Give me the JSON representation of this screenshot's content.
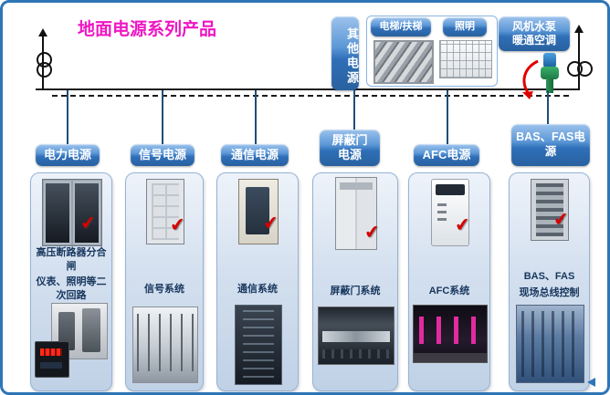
{
  "title": "地面电源系列产品",
  "icons": {
    "check": "✔"
  },
  "colors": {
    "border_blue": "#2e75b6",
    "title_magenta": "#ee17c3",
    "pill_blue": "#2f6fb8",
    "panel_blue": "#c0d1e6",
    "check_red": "#d40000",
    "desc_navy": "#17365d"
  },
  "other_power": {
    "label": "其他电源"
  },
  "loads": {
    "elevator": {
      "label": "电梯/扶梯"
    },
    "lighting": {
      "label": "照明"
    },
    "hvac": {
      "label_line1": "风机水泵",
      "label_line2": "暖通空调"
    }
  },
  "columns": [
    {
      "button": "电力电源",
      "desc_line1": "高压断路器分合闸",
      "desc_line2": "仪表、照明等二次回路"
    },
    {
      "button": "信号电源",
      "desc": "信号系统"
    },
    {
      "button": "通信电源",
      "desc": "通信系统"
    },
    {
      "button_line1": "屏蔽门",
      "button_line2": "电源",
      "desc": "屏蔽门系统"
    },
    {
      "button": "AFC电源",
      "desc": "AFC系统"
    },
    {
      "button": "BAS、FAS电源",
      "desc_line1": "BAS、FAS",
      "desc_line2": "现场总线控制"
    }
  ]
}
